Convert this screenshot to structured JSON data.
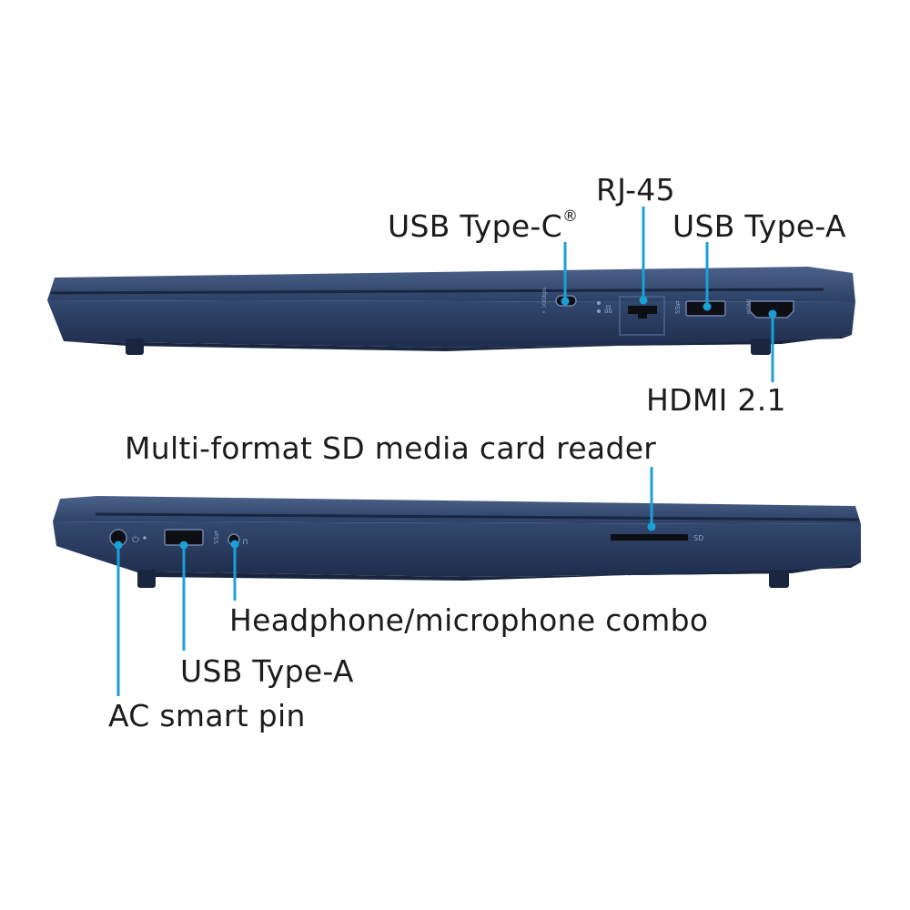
{
  "colors": {
    "chassis": "#2b3f63",
    "chassis_dark": "#1a2540",
    "chassis_light": "#42587f",
    "port_black": "#0e0f14",
    "callout": "#1aa0d8",
    "text": "#1c1c1c"
  },
  "right_side": {
    "usb_c": {
      "label": "USB Type-C",
      "mark": "®"
    },
    "rj45": {
      "label": "RJ-45"
    },
    "usb_a": {
      "label": "USB Type-A"
    },
    "hdmi": {
      "label": "HDMI 2.1"
    }
  },
  "left_side": {
    "sd_reader": {
      "label": "Multi-format SD media card reader",
      "port_text": "SD"
    },
    "audio_combo": {
      "label": "Headphone/microphone combo"
    },
    "usb_a": {
      "label": "USB Type-A"
    },
    "ac_pin": {
      "label": "AC smart pin"
    }
  }
}
